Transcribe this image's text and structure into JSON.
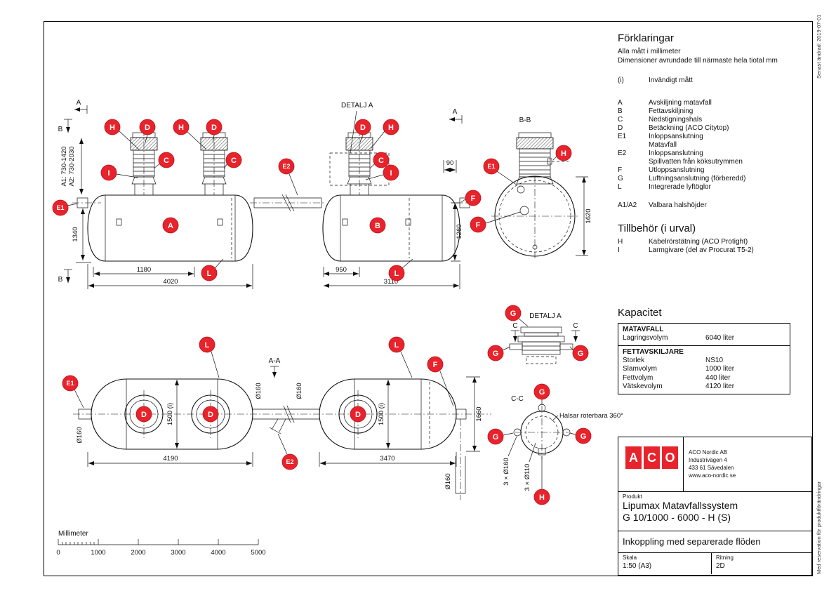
{
  "colors": {
    "accent_red": "#e8232b"
  },
  "edge": {
    "top_right": "Senast ändrad: 2019-07-01",
    "bottom_right": "Med reservation för produktförändringar"
  },
  "badges": {
    "A": "A",
    "B": "B",
    "C": "C",
    "D": "D",
    "E1": "E1",
    "E2": "E2",
    "F": "F",
    "G": "G",
    "H": "H",
    "I": "I",
    "L": "L"
  },
  "legend": {
    "title": "Förklaringar",
    "subtitle1": "Alla mått i millimeter",
    "subtitle2": "Dimensioner avrundade till närmaste hela tiotal mm",
    "note_key": "(i)",
    "note_val": "Invändigt mått",
    "items": [
      {
        "key": "A",
        "label": "Avskiljning matavfall"
      },
      {
        "key": "B",
        "label": "Fettavskiljning"
      },
      {
        "key": "C",
        "label": "Nedstigningshals"
      },
      {
        "key": "D",
        "label": "Betäckning (ACO Citytop)"
      },
      {
        "key": "E1",
        "label": "Inloppsanslutning"
      },
      {
        "key": "",
        "label": "Matavfall"
      },
      {
        "key": "E2",
        "label": "Inloppsanslutning"
      },
      {
        "key": "",
        "label": "Spillvatten från köksutrymmen"
      },
      {
        "key": "F",
        "label": "Utloppsanslutning"
      },
      {
        "key": "G",
        "label": "Luftningsanslutning (förberedd)"
      },
      {
        "key": "L",
        "label": "Integrerade lyftöglor"
      }
    ],
    "neck_key": "A1/A2",
    "neck_val": "Valbara halshöjder",
    "accessories_title": "Tillbehör (i urval)",
    "accessories": [
      {
        "key": "H",
        "label": "Kabelrörstätning (ACO Protight)"
      },
      {
        "key": "I",
        "label": "Larmgivare (del av Procurat T5-2)"
      }
    ]
  },
  "capacity": {
    "title": "Kapacitet",
    "sections": [
      {
        "header": "MATAVFALL",
        "rows": [
          {
            "label": "Lagringsvolym",
            "value": "6040 liter"
          }
        ]
      },
      {
        "header": "FETTAVSKILJARE",
        "rows": [
          {
            "label": "Storlek",
            "value": "NS10"
          },
          {
            "label": "Slamvolym",
            "value": "1000 liter"
          },
          {
            "label": "Fettvolym",
            "value": "440 liter"
          },
          {
            "label": "Vätskevolym",
            "value": "4120 liter"
          }
        ]
      }
    ]
  },
  "title_block": {
    "logo_letters": [
      "A",
      "C",
      "O"
    ],
    "company": "ACO Nordic AB",
    "address1": "Industrivägen 4",
    "address2": "433 61 Sävedalen",
    "website": "www.aco-nordic.se",
    "product_label": "Produkt",
    "product_line1": "Lipumax Matavfallssystem",
    "product_line2": "G 10/1000 - 6000 - H (S)",
    "subtitle": "Inkoppling med separerade flöden",
    "scale_label": "Skala",
    "scale_value": "1:50 (A3)",
    "drawing_label": "Ritning",
    "drawing_value": "2D"
  },
  "scalebar": {
    "title": "Millimeter",
    "ticks": [
      "0",
      "1000",
      "2000",
      "3000",
      "4000",
      "5000"
    ]
  },
  "drawing": {
    "sections": {
      "detalj_a": "DETALJ A",
      "bb": "B-B",
      "aa": "A-A",
      "cc": "C-C",
      "a": "A",
      "b": "B",
      "c": "C"
    },
    "note_rotatable": "Halsar roterbara 360°",
    "dims": {
      "a1": "A1: 730-1420",
      "a2": "A2: 730-2030",
      "d1340": "1340",
      "d1180": "1180",
      "d4020": "4020",
      "d950": "950",
      "d3110": "3110",
      "d1260": "1260",
      "d90": "90",
      "d1620": "1620",
      "dia160": "Ø160",
      "d1500i": "1500 (i)",
      "d4190": "4190",
      "d3470": "3470",
      "d1660": "1660",
      "d3x160": "3 × Ø160",
      "d3x110": "3 × Ø110"
    }
  }
}
